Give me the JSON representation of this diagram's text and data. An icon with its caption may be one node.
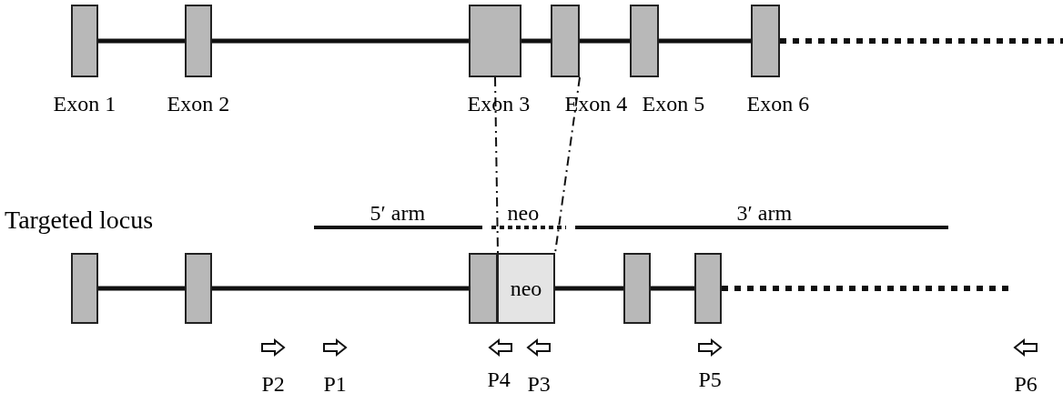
{
  "diagram": {
    "nodes": [
      {
        "text": [],
        "shape": "box",
        "beside": [
          "Exon 1"
        ]
      },
      {
        "text": [],
        "shape": "box",
        "beside": [
          "Exon 2"
        ]
      },
      {
        "text": [],
        "shape": "box",
        "beside": [
          "Exon 3"
        ]
      },
      {
        "text": [],
        "shape": "box",
        "beside": [
          "Exon 4"
        ]
      },
      {
        "text": [],
        "shape": "box",
        "beside": [
          "Exon 5"
        ]
      },
      {
        "text": [],
        "shape": "box",
        "beside": [
          "Exon 6"
        ]
      },
      {
        "text": [],
        "shape": "box"
      },
      {
        "text": [],
        "shape": "box"
      },
      {
        "text": [],
        "shape": "box"
      },
      {
        "text": [
          "neo"
        ]
      },
      {
        "text": [],
        "shape": "box"
      },
      {
        "text": [],
        "shape": "box"
      }
    ],
    "edges": [
      {
        "from": 0,
        "to": 1,
        "arrow": "none"
      },
      {
        "from": 1,
        "to": 2,
        "arrow": "none"
      },
      {
        "from": 2,
        "to": 3,
        "arrow": "none"
      },
      {
        "from": 3,
        "to": 4,
        "arrow": "none"
      },
      {
        "from": 4,
        "to": 5,
        "arrow": "none"
      },
      {
        "from": 5,
        "to": null,
        "arrow": "none",
        "style": "dashed"
      },
      {
        "from": 6,
        "to": 7,
        "arrow": "none"
      },
      {
        "from": 7,
        "to": 8,
        "arrow": "none"
      },
      {
        "from": 9,
        "to": 10,
        "arrow": "none"
      },
      {
        "from": 10,
        "to": 11,
        "arrow": "none"
      },
      {
        "from": 11,
        "to": null,
        "arrow": "none",
        "style": "dashed"
      },
      {
        "from": 2,
        "to": 9,
        "arrow": "none",
        "style": "dashed"
      },
      {
        "from": 3,
        "to": 9,
        "arrow": "none",
        "style": "dashed"
      }
    ],
    "labels": [
      "5′ arm",
      "neo",
      "3′ arm",
      "Targeted locus",
      "P2",
      "P1",
      "P4",
      "P3",
      "P5",
      "P6"
    ]
  }
}
